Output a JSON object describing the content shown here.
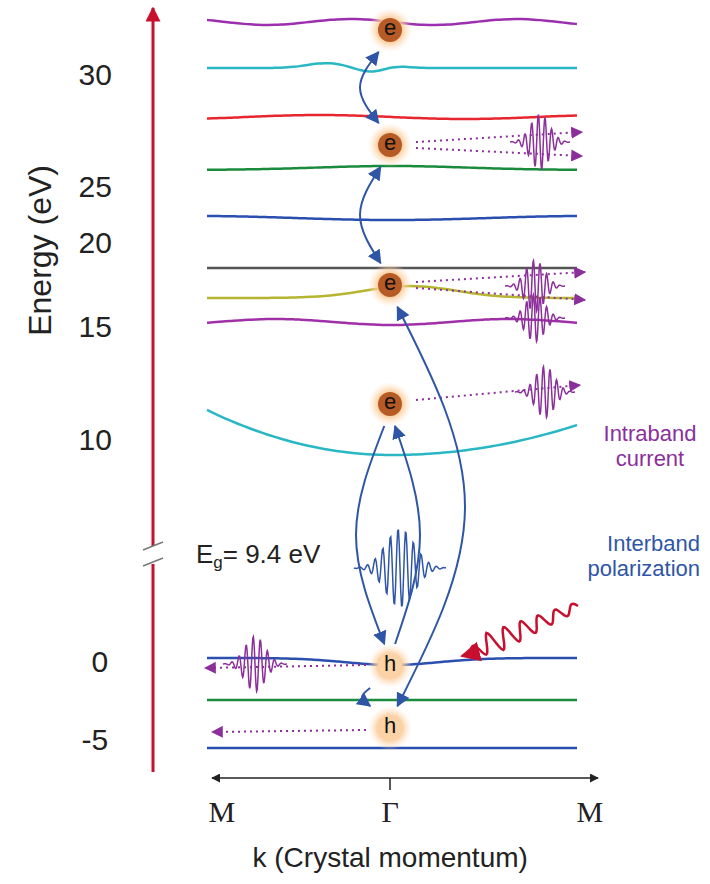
{
  "diagram": {
    "nodes": [
      {
        "text": [
          "e"
        ]
      },
      {
        "text": [
          "e"
        ]
      },
      {
        "text": [
          "e"
        ]
      },
      {
        "text": [
          "e"
        ]
      },
      {
        "text": [
          "h"
        ]
      },
      {
        "text": [
          "h"
        ]
      }
    ],
    "edges": [
      {
        "from": 0,
        "to": 1,
        "arrow": "both"
      },
      {
        "from": 1,
        "to": 2,
        "arrow": "both"
      },
      {
        "from": 3,
        "to": 4,
        "arrow": "to"
      },
      {
        "from": 4,
        "to": 3,
        "arrow": "to"
      },
      {
        "from": 4,
        "to": 5,
        "arrow": "to"
      },
      {
        "from": 5,
        "to": 2,
        "arrow": "both"
      }
    ],
    "labels": [
      "30",
      "25",
      "20",
      "15",
      "10",
      "Energy (eV)",
      "Eg= 9.4 eV",
      "Intraband current",
      "Interband polarization",
      "0",
      "-5",
      "M",
      "Γ",
      "M",
      "k (Crystal momentum)"
    ]
  }
}
